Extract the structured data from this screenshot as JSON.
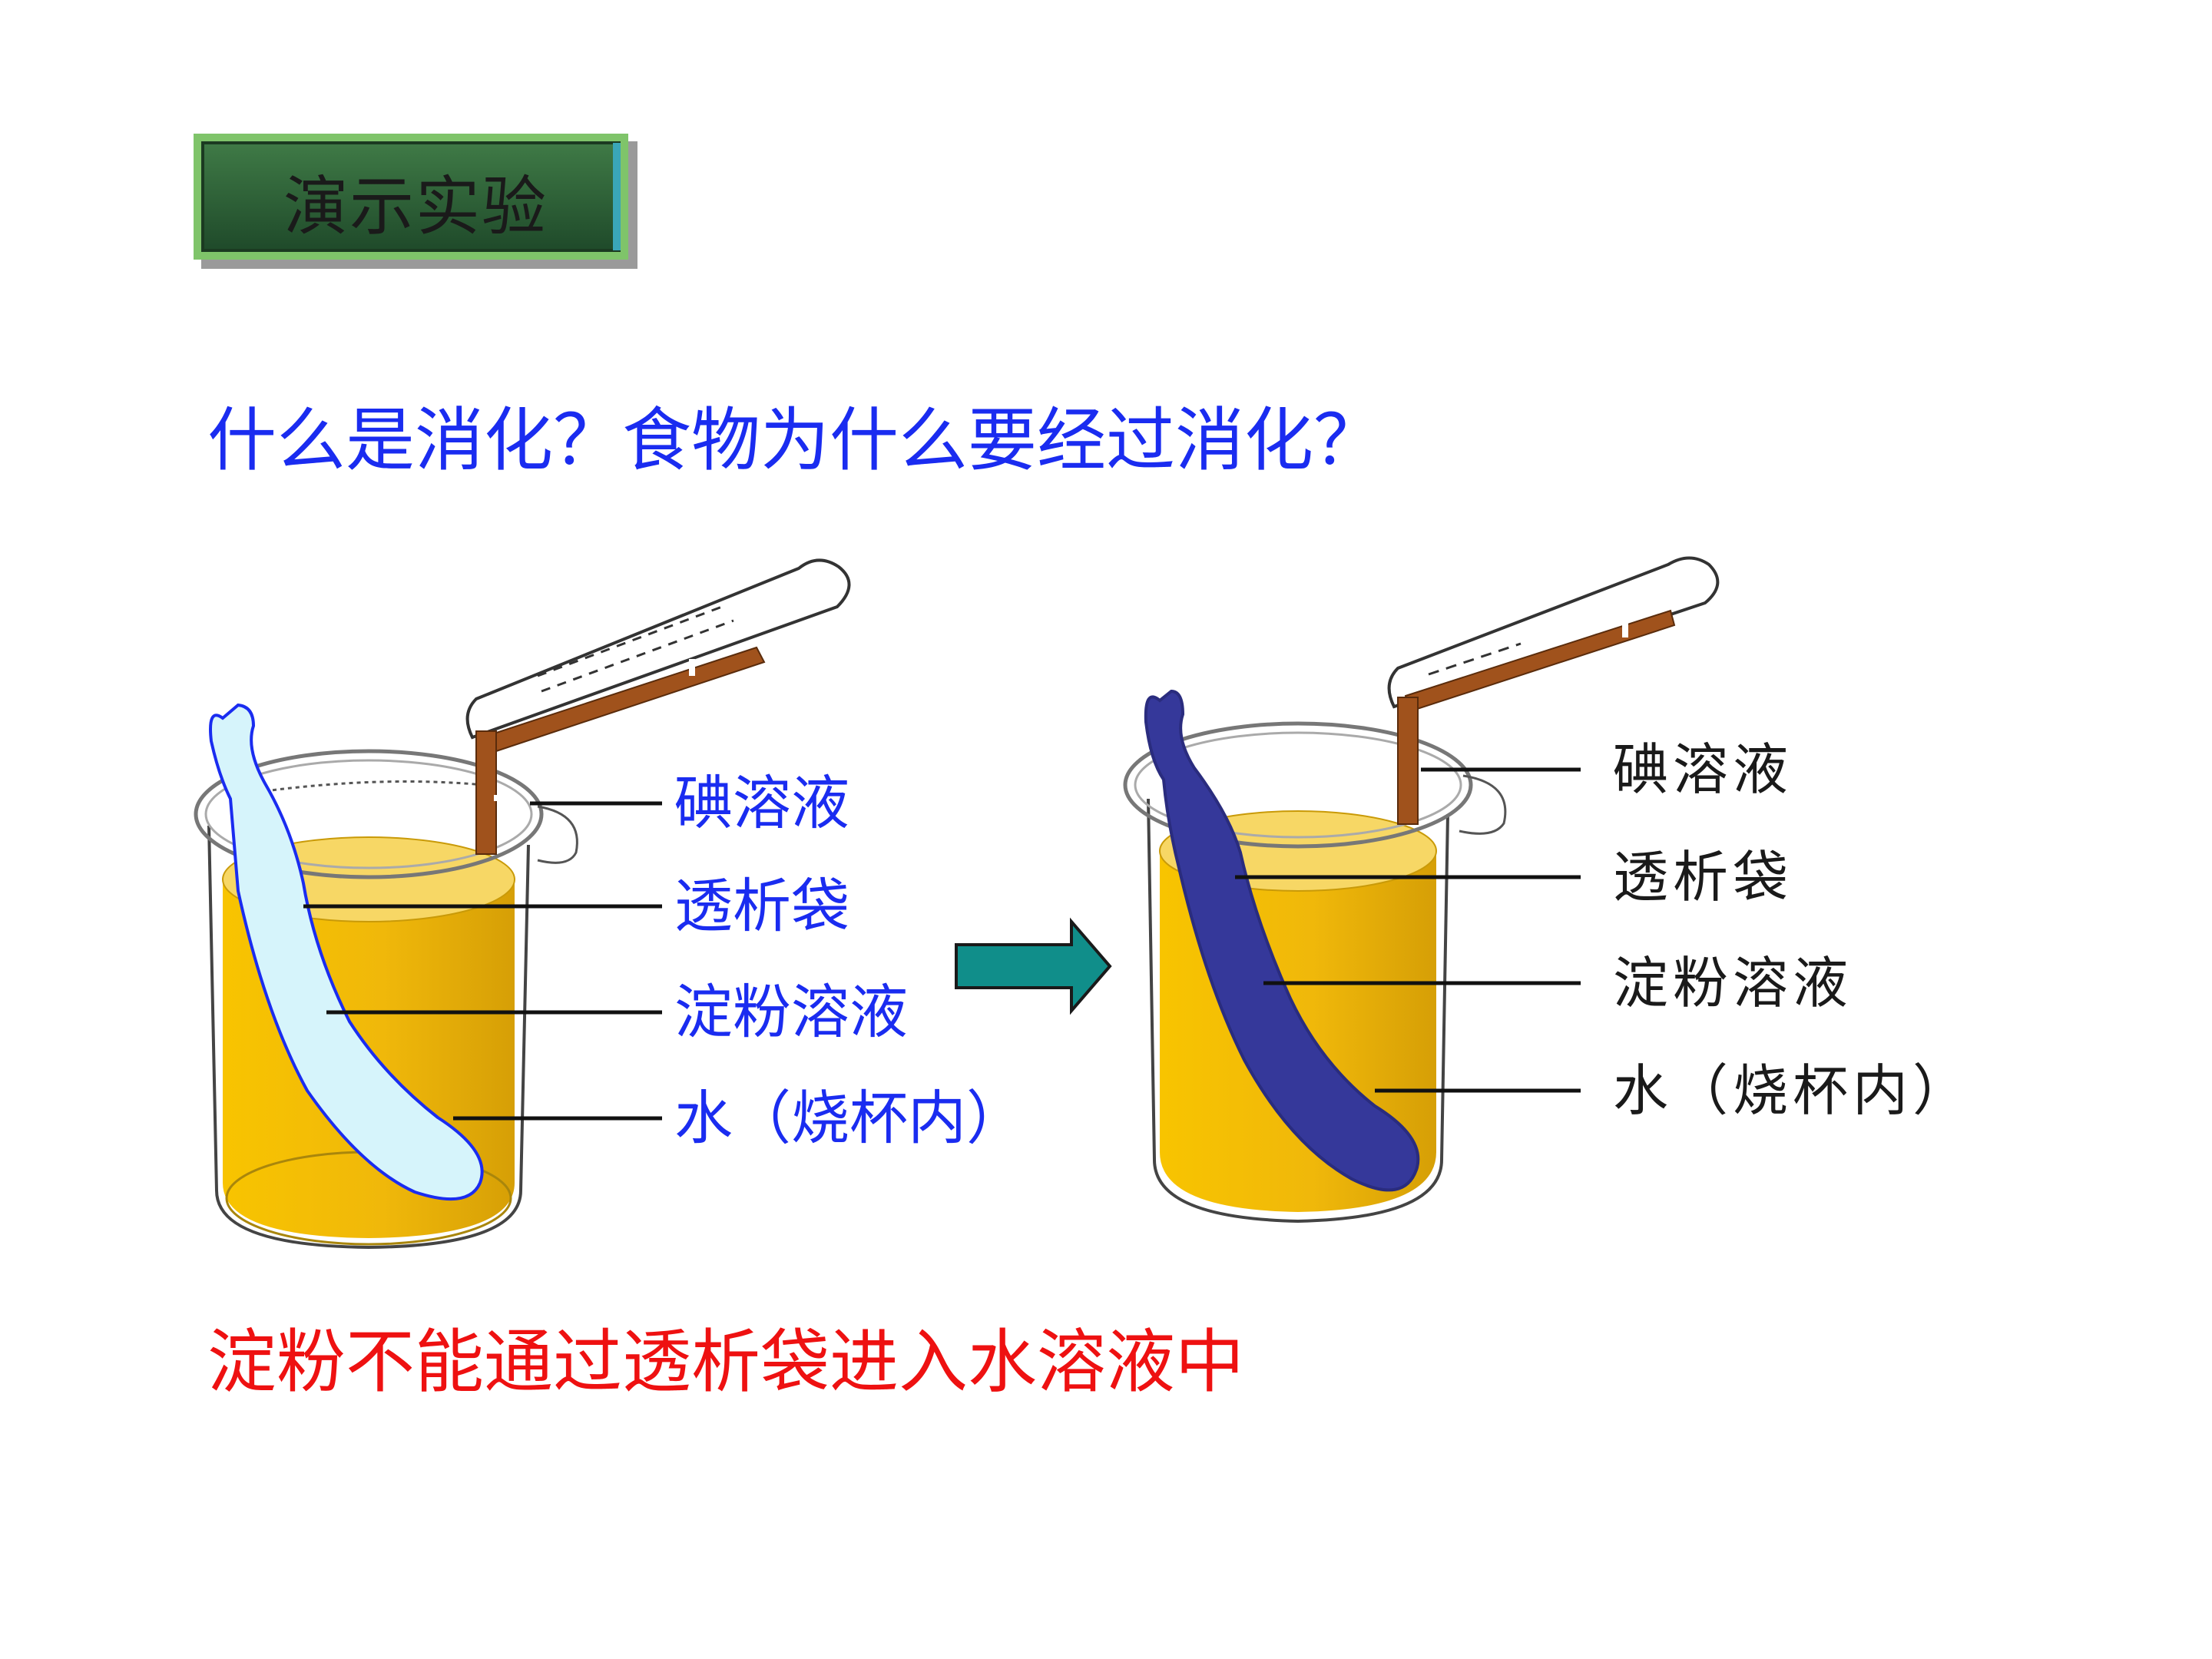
{
  "header": {
    "title": "演示实验"
  },
  "question": "什么是消化？食物为什么要经过消化？",
  "conclusion": "淀粉不能通过透析袋进入水溶液中",
  "before_labels": [
    "碘溶液",
    "透析袋",
    "淀粉溶液",
    "水（烧杯内）"
  ],
  "after_labels": [
    "碘溶液",
    "透析袋",
    "淀粉溶液",
    "水（烧杯内）"
  ],
  "colors": {
    "question_text": "#1a2cf0",
    "conclusion_text": "#ee1111",
    "title_box": "#2f5e36",
    "liquid": "#f2bf0a",
    "bag_before": "#d6f4fb",
    "bag_after": "#35389a",
    "arrow": "#108e8a",
    "dropper": "#a0521c"
  }
}
